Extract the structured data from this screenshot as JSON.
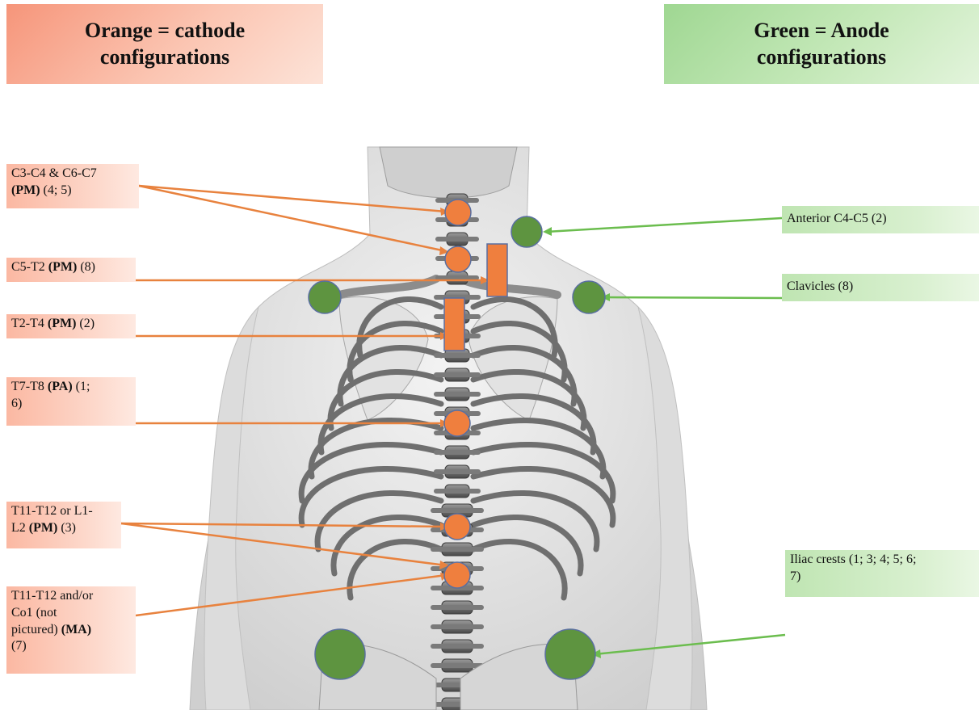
{
  "legend": {
    "cathode_line1": "Orange = cathode",
    "cathode_line2": "configurations",
    "anode_line1": "Green = Anode",
    "anode_line2": "configurations"
  },
  "colors": {
    "cathode": "#ef7f3e",
    "anode": "#5e9440",
    "cathode_line": "#e8823e",
    "anode_line": "#6bbd4e",
    "outline": "#5a6fa0"
  },
  "cathode_labels": [
    {
      "region": "C3-C4 & C6-C7",
      "bold": "(PM)",
      "refs": "(4; 5)",
      "region2": ""
    },
    {
      "region": "C5-T2",
      "bold": "(PM)",
      "refs": "(8)",
      "region2": ""
    },
    {
      "region": "T2-T4",
      "bold": "(PM)",
      "refs": "(2)",
      "region2": ""
    },
    {
      "region": "T7-T8",
      "bold": "(PA)",
      "refs": "(1;",
      "region2": "6)"
    },
    {
      "region": "T11-T12 or L1-",
      "bold": "(PM)",
      "refs": "(3)",
      "region2": "L2"
    },
    {
      "region": "T11-T12 and/or",
      "region2": "Co1 (not",
      "region3": "pictured)",
      "bold": "(MA)",
      "refs": "(7)"
    }
  ],
  "anode_labels": [
    {
      "text": "Anterior C4-C5 (2)"
    },
    {
      "text": "Clavicles (8)"
    },
    {
      "text": "Iliac crests (1; 3; 4; 5; 6;",
      "text2": "7)"
    }
  ]
}
